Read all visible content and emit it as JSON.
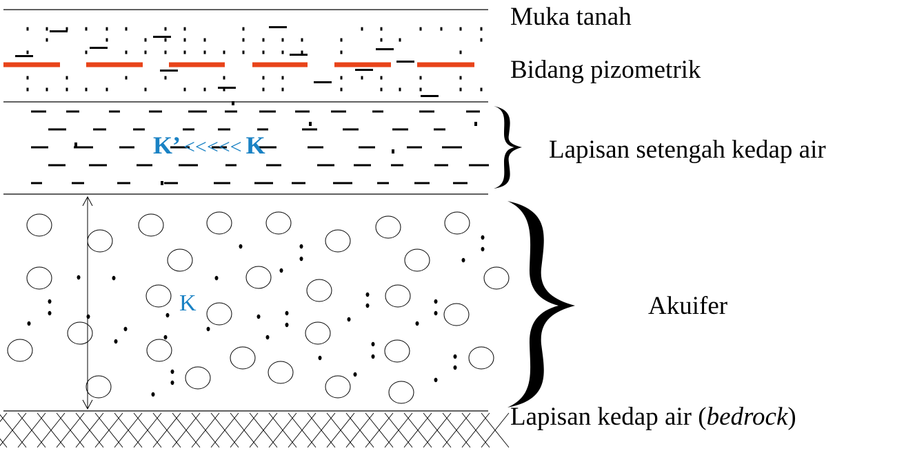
{
  "labels": {
    "muka_tanah": "Muka tanah",
    "bidang_pizometrik": "Bidang pizometrik",
    "lapisan_setengah": "Lapisan setengah kedap air",
    "akuifer": "Akuifer",
    "bedrock_prefix": "Lapisan kedap air (",
    "bedrock_italic": "bedrock",
    "bedrock_suffix": ")"
  },
  "flow_annotation": {
    "k_prime": "K’",
    "arrows": "<<<<<",
    "k": "K"
  },
  "aquifer_k": "K",
  "colors": {
    "piezometric_line": "#e8441a",
    "k_text": "#1a82c4",
    "ink": "#000000"
  }
}
